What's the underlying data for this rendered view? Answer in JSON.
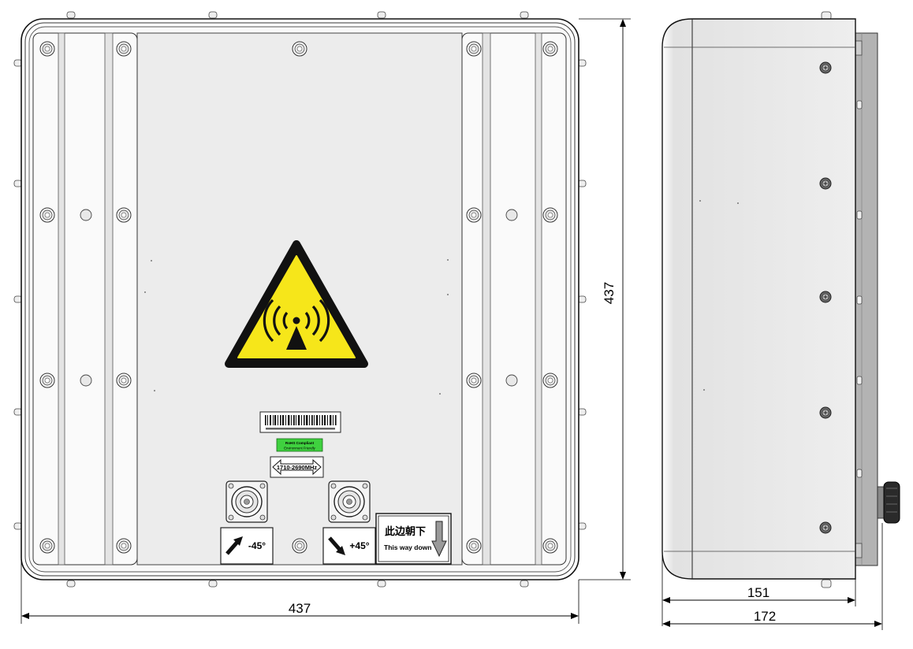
{
  "dimensions": {
    "front_width": "437",
    "front_height": "437",
    "side_body_depth": "151",
    "side_total_depth": "172"
  },
  "labels": {
    "frequency_band": "1710-2690MHz",
    "port_left": "-45°",
    "port_right": "+45°",
    "orientation_cn": "此边朝下",
    "orientation_en": "This way down",
    "rohs_line1": "RoHS Compliant",
    "rohs_line2": "Environment Friendly"
  },
  "icons": {
    "warning_sign": "radiation-warning-icon",
    "orientation_arrow": "arrow-down-icon"
  },
  "colors": {
    "warning_yellow": "#f6e61a",
    "rohs_green": "#3fd13f",
    "panel": "#ececec"
  }
}
